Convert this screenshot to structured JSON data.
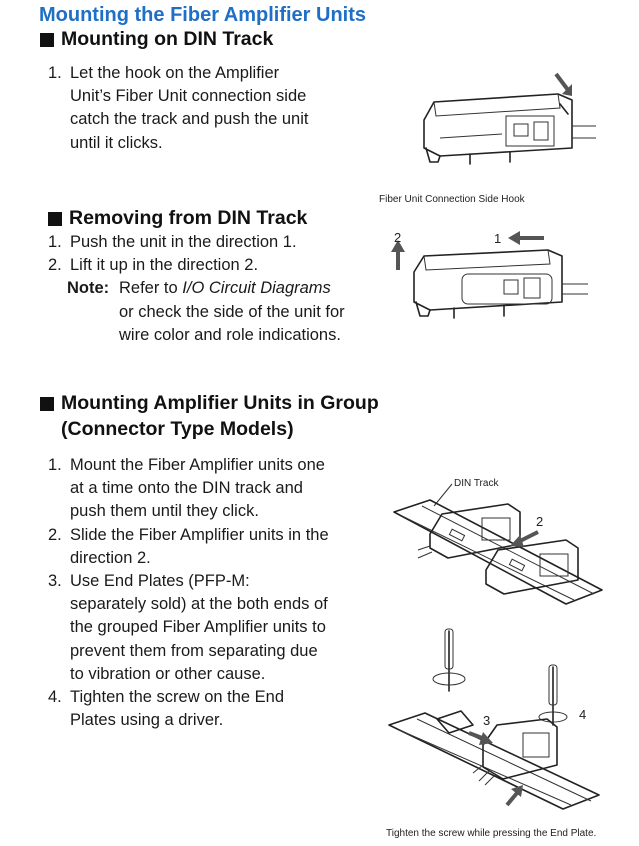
{
  "title": "Mounting the Fiber Amplifier Units",
  "sections": {
    "mounting": {
      "heading": "Mounting on DIN Track",
      "steps": [
        {
          "num": "1.",
          "lines": [
            "Let the hook on the Amplifier",
            "Unit’s Fiber Unit connection side",
            "catch the track and push the unit",
            "until it clicks."
          ]
        }
      ],
      "figure_caption": "Fiber Unit Connection Side Hook"
    },
    "removing": {
      "heading": "Removing from DIN Track",
      "steps": [
        {
          "num": "1.",
          "text": "Push the unit in the direction 1."
        },
        {
          "num": "2.",
          "text": "Lift it up in the direction 2."
        }
      ],
      "note": {
        "label": "Note:",
        "prefix": "Refer to ",
        "italic": "I/O Circuit Diagrams",
        "line2": "or check the side of the unit for",
        "line3": "wire color and role indications."
      },
      "figure_labels": {
        "dir1": "1",
        "dir2": "2"
      }
    },
    "group": {
      "heading_line1": "Mounting Amplifier Units in Group",
      "heading_line2": "(Connector Type Models)",
      "steps": [
        {
          "num": "1.",
          "lines": [
            "Mount the Fiber Amplifier units one",
            "at a time onto the DIN track and",
            "push them until they click."
          ]
        },
        {
          "num": "2.",
          "lines": [
            "Slide the Fiber Amplifier units in the",
            "direction 2."
          ]
        },
        {
          "num": "3.",
          "lines": [
            "Use End Plates (PFP-M:",
            "separately sold) at the both ends of",
            "the grouped Fiber Amplifier units to",
            "prevent them from separating due",
            "to vibration or other cause."
          ]
        },
        {
          "num": "4.",
          "lines": [
            "Tighten the screw on the End",
            "Plates using a driver."
          ]
        }
      ],
      "figure_top": {
        "din_label": "DIN Track",
        "dir_label": "2"
      },
      "figure_bottom": {
        "label3": "3",
        "label4": "4",
        "caption": "Tighten the screw while pressing the End Plate."
      }
    }
  },
  "colors": {
    "title": "#1f6fc5",
    "text": "#1a1a1a",
    "diagram_stroke": "#222222",
    "diagram_fill": "#eeeeee"
  }
}
